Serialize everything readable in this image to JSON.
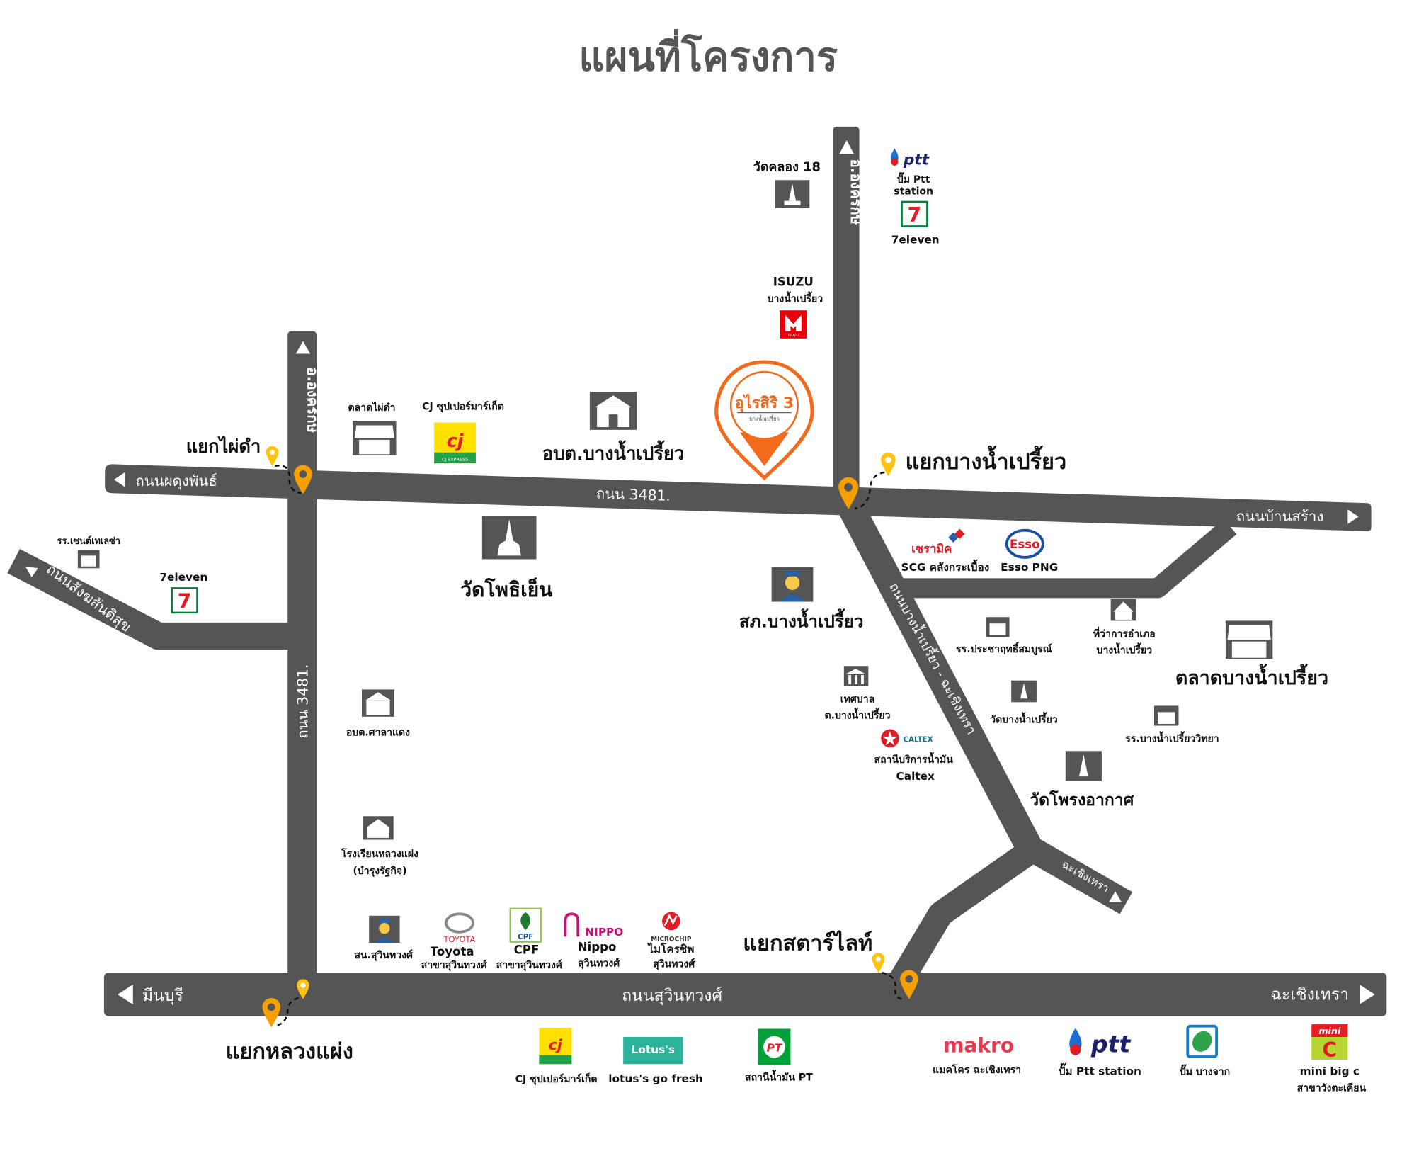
{
  "title": "แผนที่โครงการ",
  "project": {
    "name": "อุไรสิริ 3",
    "sub": "บางน้ำเปรี้ยว",
    "color": "#F26A1B"
  },
  "roads": {
    "main_3481": "ถนน 3481.",
    "phadung": "ถนนผดุงพันธ์",
    "ban_sang": "ถนนบ้านสร้าง",
    "bnp_chachoeng": "ถนนบางน้ำเปรี้ยว - ฉะเชิงเทรา",
    "chachoeng_branch": "ฉะเชิงเทรา",
    "sangkha": "ถนนสังฆสันติสุข",
    "ongkharak_left": "อ.องครักษ์",
    "ongkharak_right": "อ.องครักษ์",
    "vertical_3481": "ถนน 3481.",
    "suwinthawong": "ถนนสุวินทวงศ์",
    "minburi": "มีนบุรี",
    "chachoengsao": "ฉะเชิงเทรา"
  },
  "junctions": {
    "phai_dam": "แยกไผ่ดำ",
    "bang_nam_priao": "แยกบางน้ำเปรี้ยว",
    "starlight": "แยกสตาร์ไลท์",
    "luang_phaeng": "แยกหลวงแผ่ง"
  },
  "places": {
    "wat_khlong18": "วัดคลอง 18",
    "ptt_top": [
      "ปั๊ม Ptt",
      "station"
    ],
    "seven_top": "7eleven",
    "isuzu": [
      "ISUZU",
      "บางน้ำเปรี้ยว"
    ],
    "obt_bnp": "อบต.บางน้ำเปรี้ยว",
    "cj_top": "CJ ซุปเปอร์มาร์เก็ต",
    "talat_phai_dam": "ตลาดไผ่ดำ",
    "wat_pho_yen": "วัดโพธิเย็น",
    "police_bnp": "สภ.บางน้ำเปรี้ยว",
    "scg": "SCG คลังกระเบื้อง",
    "esso": "Esso PNG",
    "school_pracha": "รร.ประชาฤทธิ์สมบูรณ์",
    "district_office": [
      "ที่ว่าการอำเภอ",
      "บางน้ำเปรี้ยว"
    ],
    "talat_bnp": "ตลาดบางน้ำเปรี้ยว",
    "municipality": [
      "เทศบาล",
      "ต.บางน้ำเปรี้ยว"
    ],
    "wat_bnp": "วัดบางน้ำเปรี้ยว",
    "school_bnp": "รร.บางน้ำเปรี้ยววิทยา",
    "caltex": [
      "สถานีบริการน้ำมัน",
      "Caltex"
    ],
    "wat_phrong": "วัดโพรงอากาศ",
    "st_theresa": "รร.เซนต์เทเลซ่า",
    "seven_left": "7eleven",
    "obt_sala_daeng": "อบต.ศาลาแดง",
    "school_luang_phaeng": [
      "โรงเรียนหลวงแผ่ง",
      "(บำรุงรัฐกิจ)"
    ],
    "police_suwin": "สน.สุวินทวงศ์",
    "toyota": [
      "Toyota",
      "สาขาสุวินทวงศ์"
    ],
    "cpf": [
      "CPF",
      "สาขาสุวินทวงศ์"
    ],
    "nippo": [
      "Nippo",
      "สุวินทวงศ์"
    ],
    "microchip": [
      "ไมโครชิพ",
      "สุวินทวงศ์"
    ],
    "cj_bottom": "CJ ซุปเปอร์มาร์เก็ต",
    "lotus": "lotus's go fresh",
    "pt": "สถานีน้ำมัน PT",
    "makro": "แมคโคร ฉะเชิงเทรา",
    "ptt_bottom": "ปั๊ม Ptt station",
    "bangchak": "ปั๊ม บางจาก",
    "mini_bigc": [
      "mini big c",
      "สาขาวังตะเคียน"
    ]
  },
  "logos": {
    "ptt": "ptt",
    "cj": "cj",
    "cj_express": "CJ EXPRESS",
    "isuzu": "ISUZU",
    "esso": "Esso",
    "scg": "เซรามิค",
    "caltex": "CALTEX",
    "toyota": "TOYOTA",
    "cpf": "CPF",
    "nippo": "NIPPO",
    "microchip": "MICROCHIP",
    "lotus": "Lotus's",
    "pt": "PT",
    "makro": "makro",
    "mini": "mini",
    "bigc": "C",
    "seven": "7"
  },
  "colors": {
    "road": "#555555",
    "pin_orange": "#F5A000",
    "pin_yellow": "#FFC20E",
    "accent": "#F26A1B"
  }
}
